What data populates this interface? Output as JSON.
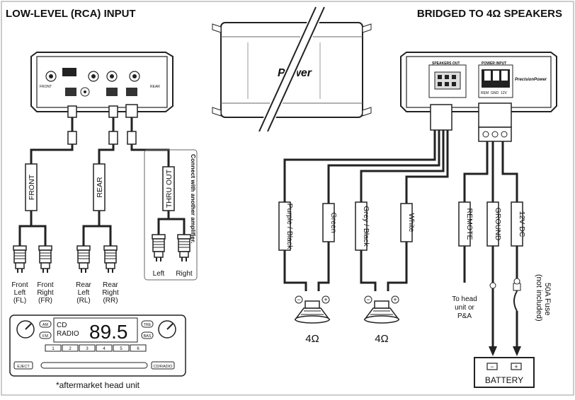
{
  "titles": {
    "left": "LOW-LEVEL (RCA) INPUT",
    "right": "BRIDGED TO 4Ω SPEAKERS"
  },
  "amp_center": {
    "brand": "Power"
  },
  "amp_left": {
    "tag_front": "FRONT",
    "tag_rear": "REAR"
  },
  "amp_right": {
    "speakers_out": "SPEAKERS OUT",
    "power_input": "POWER INPUT",
    "brand": "PrecisionPower",
    "terms": [
      "REM",
      "GND",
      "12V"
    ]
  },
  "rca_input": {
    "wire_labels": [
      "FRONT",
      "REAR",
      "THRU OUT"
    ],
    "thru_note": "Connect with another amplifier.",
    "thru_plugs": [
      "Left",
      "Right"
    ],
    "plugs": [
      {
        "lines": [
          "Front",
          "Left",
          "(FL)"
        ]
      },
      {
        "lines": [
          "Front",
          "Right",
          "(FR)"
        ]
      },
      {
        "lines": [
          "Rear",
          "Left",
          "(RL)"
        ]
      },
      {
        "lines": [
          "Rear",
          "Right",
          "(RR)"
        ]
      }
    ]
  },
  "speaker_wires": {
    "labels": [
      "Purple / Black",
      "Green",
      "Grey / Black",
      "White"
    ]
  },
  "speakers": [
    {
      "impedance": "4Ω",
      "minus": "−",
      "plus": "+"
    },
    {
      "impedance": "4Ω",
      "minus": "−",
      "plus": "+"
    }
  ],
  "power_wires": {
    "labels": [
      "REMOTE",
      "GROUND",
      "12V DC"
    ],
    "remote_note": [
      "To head",
      "unit or",
      "P&A"
    ],
    "fuse_note": [
      "50A Fuse",
      "(not included)"
    ]
  },
  "battery": {
    "label": "BATTERY",
    "minus": "−",
    "plus": "+"
  },
  "head_unit": {
    "source_top": "CD",
    "source_bottom": "RADIO",
    "frequency": "89.5",
    "am": "AM",
    "fm": "FM",
    "tre": "TRE",
    "bas": "BAS",
    "presets": [
      "1",
      "2",
      "3",
      "4",
      "5",
      "6"
    ],
    "eject": "EJECT",
    "cd_radio": "CD/RADIO",
    "caption": "*aftermarket head unit"
  }
}
